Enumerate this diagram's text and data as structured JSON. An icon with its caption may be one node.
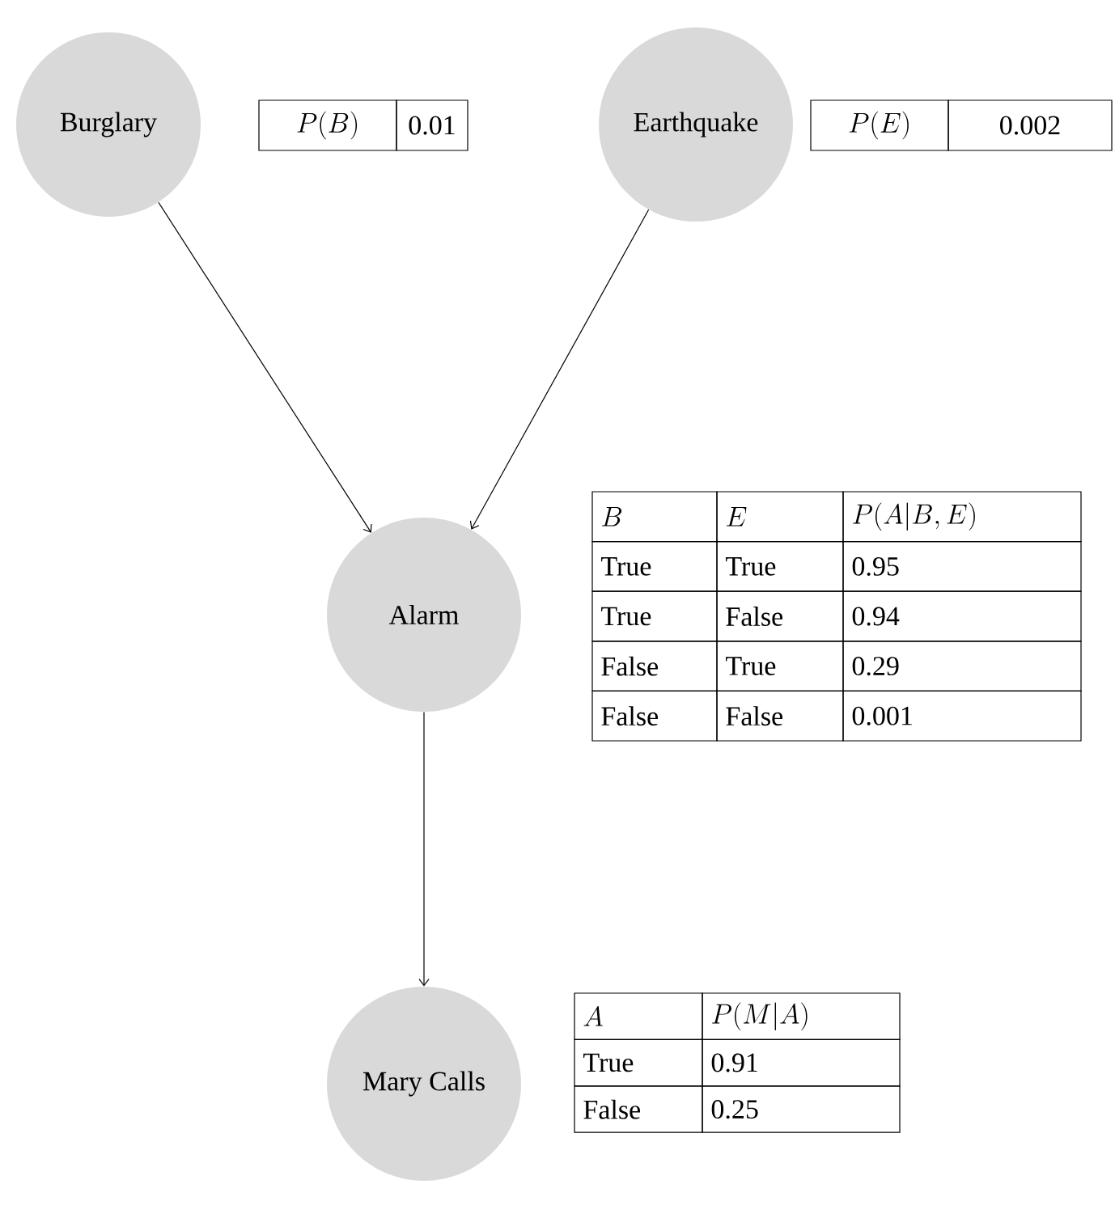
{
  "diagram": {
    "nodes": [
      {
        "text": [
          "Burglary"
        ]
      },
      {
        "text": [
          "Earthquake"
        ]
      },
      {
        "text": [
          "Alarm"
        ]
      },
      {
        "text": [
          "Mary Calls"
        ]
      }
    ],
    "edges": [
      {
        "from": 0,
        "to": 2,
        "arrow": "to"
      },
      {
        "from": 1,
        "to": 2,
        "arrow": "to"
      },
      {
        "from": 2,
        "to": 3,
        "arrow": "to"
      }
    ],
    "labels": [
      "P(B)",
      "0.01",
      "P(E)",
      "0.002",
      "B",
      "E",
      "P(A|B,E)",
      "True",
      "True",
      "0.95",
      "True",
      "False",
      "0.94",
      "False",
      "True",
      "0.29",
      "False",
      "False",
      "0.001",
      "A",
      "P(M|A)",
      "True",
      "0.91",
      "False",
      "0.25"
    ]
  }
}
